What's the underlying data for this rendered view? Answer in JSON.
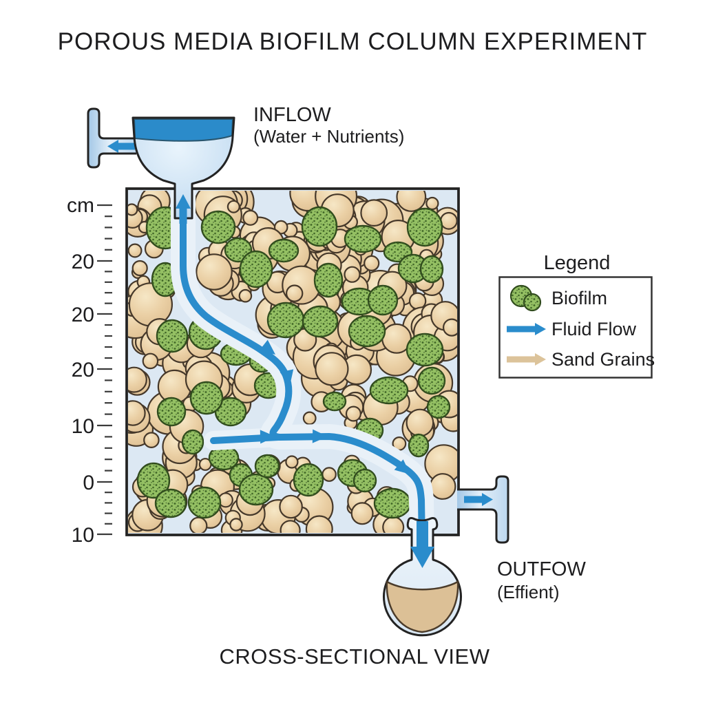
{
  "title": "POROUS MEDIA BIOFILM COLUMN EXPERIMENT",
  "footer": "CROSS-SECTIONAL VIEW",
  "inflow": {
    "title": "INFLOW",
    "subtitle": "(Water + Nutrients)"
  },
  "outflow": {
    "title": "OUTFOW",
    "subtitle": "(Effient)"
  },
  "ruler": {
    "unit_label": "cm",
    "tick_labels": [
      "20",
      "20",
      "20",
      "10",
      "0",
      "10"
    ]
  },
  "legend": {
    "title": "Legend",
    "items": [
      {
        "icon": "biofilm-swatch",
        "label": "Biofilm"
      },
      {
        "icon": "fluid-flow-arrow",
        "label": "Fluid Flow"
      },
      {
        "icon": "sand-grains-arrow",
        "label": "Sand Grains"
      }
    ]
  },
  "colors": {
    "flow_blue": "#2a8ccc",
    "inflow_water_dark": "#2b8bca",
    "column_background": "#dce8f3",
    "channel": "#e9f1f8",
    "sand_fill": "#e7cda3",
    "sand_outline": "#45382a",
    "sand_arrow": "#dcc39a",
    "biofilm_fill": "#94c063",
    "biofilm_speckle": "#3f6526",
    "biofilm_outline": "#2f4a1c",
    "flask_liquid": "#dcc096",
    "pipe_outline": "#232323",
    "text": "#1d1d1f"
  },
  "diagram": {
    "grain_seed": 1337,
    "grain_count": 430,
    "grain_min_radius": 8,
    "grain_max_radius": 31,
    "biofilm_blobs": [
      [
        240,
        331,
        27,
        30
      ],
      [
        317,
        330,
        24,
        23
      ],
      [
        346,
        363,
        19,
        17
      ],
      [
        372,
        391,
        23,
        26
      ],
      [
        464,
        329,
        25,
        28
      ],
      [
        412,
        364,
        21,
        16
      ],
      [
        527,
        347,
        26,
        19
      ],
      [
        617,
        330,
        25,
        27
      ],
      [
        578,
        366,
        20,
        14
      ],
      [
        600,
        390,
        21,
        20
      ],
      [
        477,
        407,
        20,
        24
      ],
      [
        522,
        438,
        25,
        19
      ],
      [
        556,
        436,
        21,
        21
      ],
      [
        240,
        406,
        19,
        24
      ],
      [
        627,
        391,
        16,
        19
      ],
      [
        415,
        465,
        26,
        25
      ],
      [
        465,
        467,
        25,
        22
      ],
      [
        250,
        488,
        22,
        23
      ],
      [
        299,
        483,
        24,
        24
      ],
      [
        343,
        514,
        22,
        16
      ],
      [
        533,
        481,
        26,
        22
      ],
      [
        617,
        508,
        26,
        23
      ],
      [
        380,
        525,
        17,
        15
      ],
      [
        390,
        560,
        20,
        18
      ],
      [
        335,
        598,
        22,
        20
      ],
      [
        300,
        578,
        23,
        23
      ],
      [
        249,
        598,
        20,
        20
      ],
      [
        486,
        583,
        16,
        13
      ],
      [
        565,
        567,
        27,
        19
      ],
      [
        627,
        553,
        19,
        19
      ],
      [
        637,
        591,
        16,
        16
      ],
      [
        537,
        625,
        19,
        17
      ],
      [
        608,
        647,
        14,
        16
      ],
      [
        280,
        642,
        15,
        17
      ],
      [
        325,
        665,
        21,
        17
      ],
      [
        223,
        698,
        23,
        25
      ],
      [
        248,
        731,
        22,
        20
      ],
      [
        297,
        730,
        23,
        22
      ],
      [
        350,
        690,
        16,
        16
      ],
      [
        372,
        711,
        24,
        22
      ],
      [
        448,
        697,
        21,
        23
      ],
      [
        512,
        687,
        21,
        19
      ],
      [
        530,
        698,
        16,
        16
      ],
      [
        570,
        731,
        26,
        21
      ],
      [
        388,
        677,
        17,
        16
      ]
    ]
  }
}
